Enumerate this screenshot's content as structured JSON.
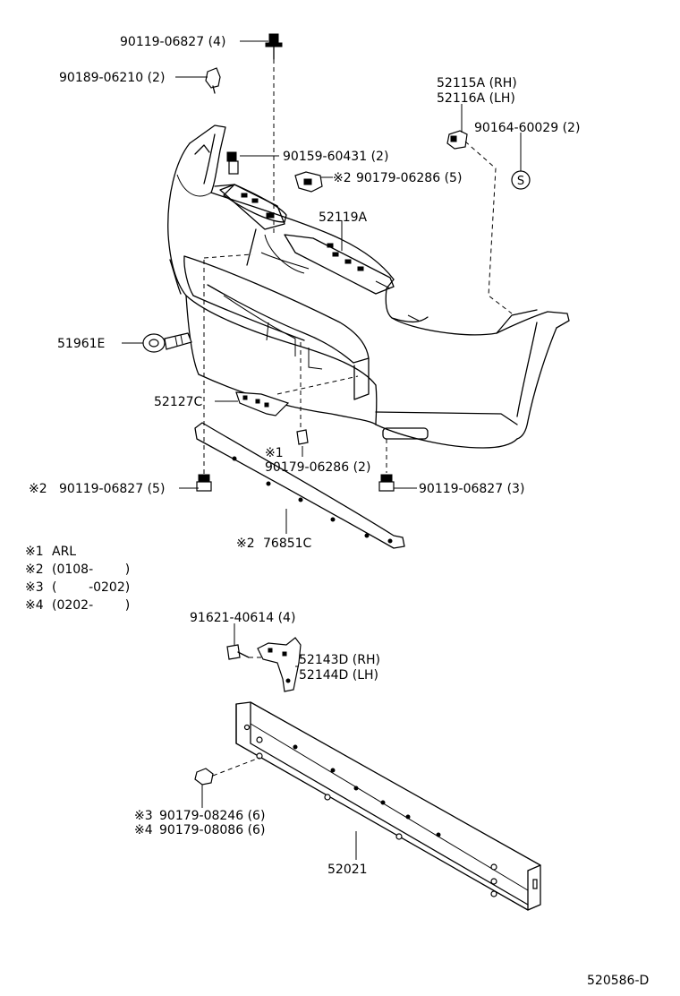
{
  "parts": {
    "bolt_top": "90119-06827 (4)",
    "clip_90189": "90189-06210 (2)",
    "rh_52115A": "52115A (RH)",
    "lh_52116A": "52116A (LH)",
    "clip_90164": "90164-60029 (2)",
    "s_mark": "S",
    "screw_90159": "90159-60431 (2)",
    "nut_top_mark": "※2",
    "nut_top": "90179-06286 (5)",
    "cover_52119A": "52119A",
    "hook_51961E": "51961E",
    "bracket_52127C": "52127C",
    "nut_mid_mark": "※1",
    "nut_mid": "90179-06286 (2)",
    "bolt_left_mark": "※2",
    "bolt_left": "90119-06827 (5)",
    "bolt_right": "90119-06827 (3)",
    "strip_mark": "※2",
    "strip_76851C": "76851C",
    "bolt_91621": "91621-40614 (4)",
    "rh_52143D": "52143D (RH)",
    "lh_52144D": "52144D (LH)",
    "nut3_mark": "※3",
    "nut3": "90179-08246 (6)",
    "nut4_mark": "※4",
    "nut4": "90179-08086 (6)",
    "reinf_52021": "52021"
  },
  "legend": [
    {
      "mark": "※1",
      "text": "ARL"
    },
    {
      "mark": "※2",
      "text": "(0108-        )"
    },
    {
      "mark": "※3",
      "text": "(        -0202)"
    },
    {
      "mark": "※4",
      "text": "(0202-        )"
    }
  ],
  "diagram_id": "520586-D"
}
